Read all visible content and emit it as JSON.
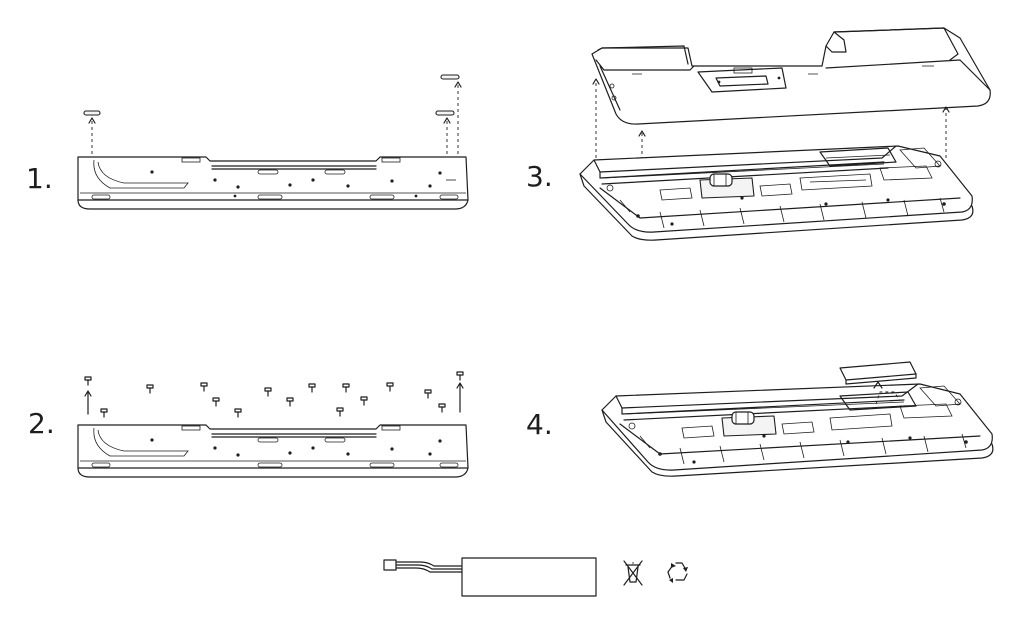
{
  "steps": [
    {
      "label": "1."
    },
    {
      "label": "2."
    },
    {
      "label": "3."
    },
    {
      "label": "4."
    }
  ],
  "symbols": {
    "weee": "weee-crossed-bin-icon",
    "recycle": "recycle-icon"
  }
}
